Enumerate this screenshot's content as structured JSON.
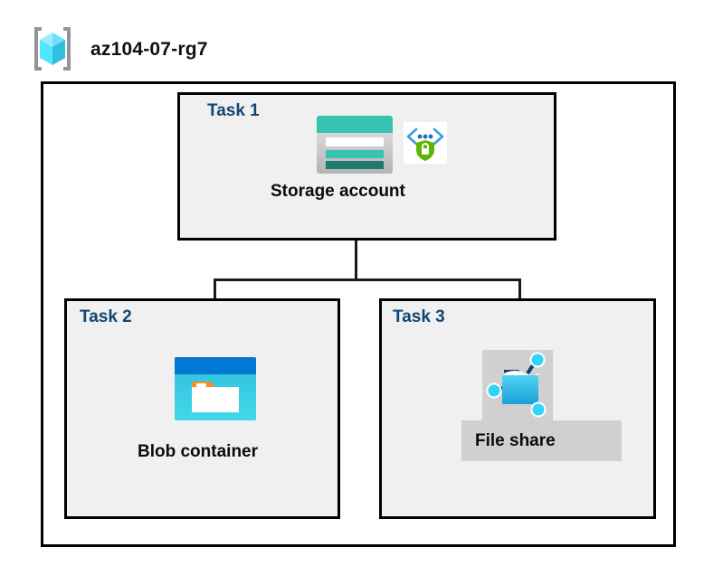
{
  "header": {
    "icon": "resource-group-icon",
    "title": "az104-07-rg7"
  },
  "diagram": {
    "type": "azure-architecture-diagram",
    "container": {
      "name": "resource-group-container",
      "label": "az104-07-rg7",
      "border_color": "#000000",
      "fill_color": "#ffffff"
    },
    "tasks": [
      {
        "id": "task1",
        "label": "Task 1",
        "node_caption": "Storage account",
        "icons": [
          "storage-account-icon",
          "secure-endpoint-shield-icon"
        ],
        "box_fill": "#f0f0f0",
        "label_color": "#134674"
      },
      {
        "id": "task2",
        "label": "Task 2",
        "node_caption": "Blob container",
        "icons": [
          "blob-container-icon"
        ],
        "box_fill": "#f0f0f0",
        "label_color": "#134674"
      },
      {
        "id": "task3",
        "label": "Task 3",
        "node_caption": "File share",
        "icons": [
          "file-share-icon"
        ],
        "box_fill": "#f0f0f0",
        "label_color": "#134674",
        "caption_highlight_color": "#d0d0d0"
      }
    ],
    "connectors": [
      {
        "from": "Storage account",
        "to": "Blob container"
      },
      {
        "from": "Storage account",
        "to": "File share"
      }
    ],
    "colors": {
      "task_label": "#134674",
      "caption_text": "#0b0b0b",
      "box_border": "#000000",
      "box_fill": "#f0f0f0",
      "connector": "#1a1a1a",
      "storage_teal": "#37c2b1",
      "storage_teal_dark": "#1f7a6e",
      "blob_blue": "#0078d4",
      "blob_cyan": "#32bedd",
      "blob_orange": "#f78d1e",
      "shield_green": "#5bb700",
      "bracket_gray": "#949494",
      "cube_cyan": "#50e6ff",
      "highlight_gray": "#d0d0d0"
    }
  }
}
